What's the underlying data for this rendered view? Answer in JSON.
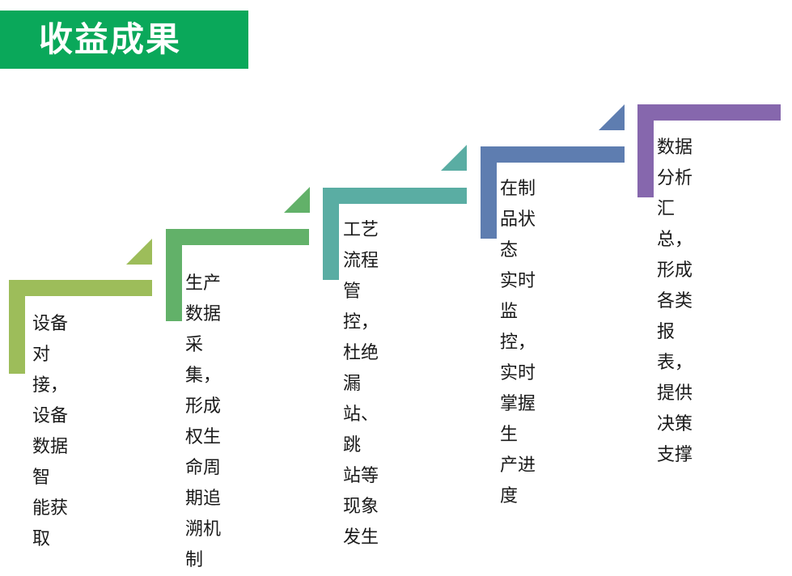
{
  "title": "收益成果",
  "colors": {
    "title_bg": "#0aa85a",
    "step1": "#9dbd5a",
    "step2": "#62b169",
    "step3": "#5aada3",
    "step4": "#5e7db0",
    "step5": "#8667ad"
  },
  "steps": [
    {
      "text": "设备对接，\n设备数据智\n能获取"
    },
    {
      "text": "生产数据采集，\n形成权生命周\n期追溯机制"
    },
    {
      "text": "工艺流程管控，\n杜绝漏站、跳\n站等现象发生"
    },
    {
      "text": "在制品状态\n实时监控，\n实时掌握生\n产进度"
    },
    {
      "text": "数据分析汇总，\n形成各类报表，\n提供决策支撑"
    }
  ]
}
